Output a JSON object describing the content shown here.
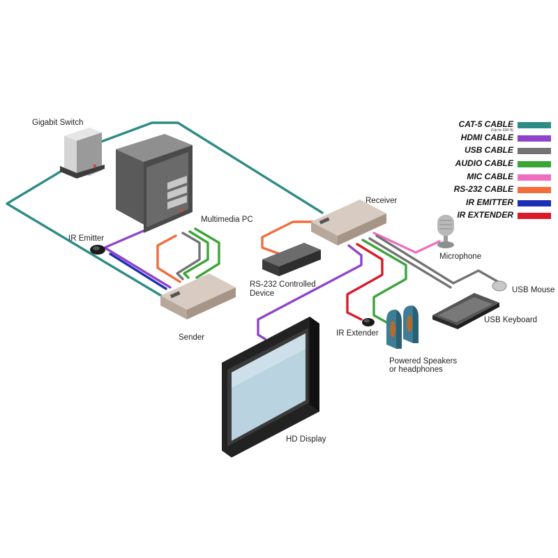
{
  "devices": {
    "gigabit_switch": "Gigabit Switch",
    "multimedia_pc": "Multimedia PC",
    "ir_emitter": "IR Emitter",
    "sender": "Sender",
    "receiver": "Receiver",
    "rs232_device": [
      "RS-232 Controlled",
      "Device"
    ],
    "microphone": "Microphone",
    "usb_mouse": "USB Mouse",
    "usb_keyboard": "USB Keyboard",
    "ir_extender": "IR Extender",
    "speakers": [
      "Powered Speakers",
      "or headphones"
    ],
    "hd_display": "HD Display"
  },
  "legend": {
    "items": [
      {
        "label": "CAT-5 CABLE",
        "note": "(Up to 330 ft)",
        "color": "#2e8b84"
      },
      {
        "label": "HDMI CABLE",
        "color": "#8e44c9"
      },
      {
        "label": "USB CABLE",
        "color": "#737373"
      },
      {
        "label": "AUDIO CABLE",
        "color": "#3aa537"
      },
      {
        "label": "MIC CABLE",
        "color": "#ef6ec0"
      },
      {
        "label": "RS-232 CABLE",
        "color": "#f26c3c"
      },
      {
        "label": "IR EMITTER",
        "color": "#1b2fb5"
      },
      {
        "label": "IR EXTENDER",
        "color": "#d91a2a"
      }
    ]
  }
}
